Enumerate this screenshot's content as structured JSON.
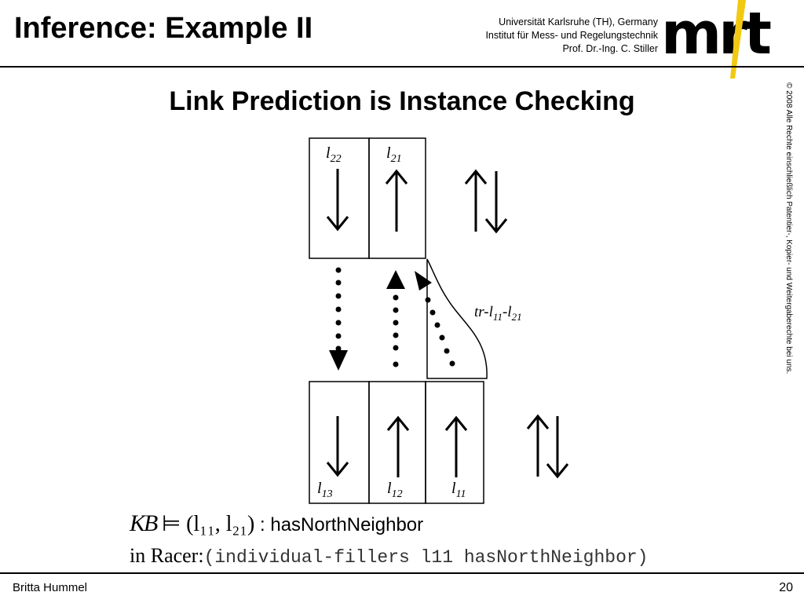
{
  "header": {
    "title": "Inference: Example II",
    "institution": [
      "Universität Karlsruhe (TH), Germany",
      "Institut für Mess- und Regelungstechnik",
      "Prof. Dr.-Ing. C. Stiller"
    ],
    "logo_text": "mrt"
  },
  "copyright": "© 2008 Alle Rechte einschließlich Patentier-, Kopier- und Weitergaberechte bei uns.",
  "slide": {
    "subtitle": "Link Prediction is Instance Checking",
    "top_cells": [
      {
        "label": "l",
        "sub": "22",
        "arrow": "down"
      },
      {
        "label": "l",
        "sub": "21",
        "arrow": "up"
      }
    ],
    "bottom_cells": [
      {
        "label": "l",
        "sub": "13",
        "arrow": "down"
      },
      {
        "label": "l",
        "sub": "12",
        "arrow": "up"
      },
      {
        "label": "l",
        "sub": "11",
        "arrow": "up"
      }
    ],
    "triangle_label": {
      "a": "tr-l",
      "a_sub": "11",
      "b": "-l",
      "b_sub": "21"
    },
    "kb_line": {
      "kb": "KB",
      "models": "⊨",
      "tuple": "(l₁₁, l₂₁)",
      "colon": " : ",
      "role": "hasNorthNeighbor"
    },
    "racer_line": {
      "label": "in Racer:",
      "code": "(individual-fillers l11 hasNorthNeighbor)"
    }
  },
  "footer": {
    "author": "Britta Hummel",
    "page": "20"
  }
}
